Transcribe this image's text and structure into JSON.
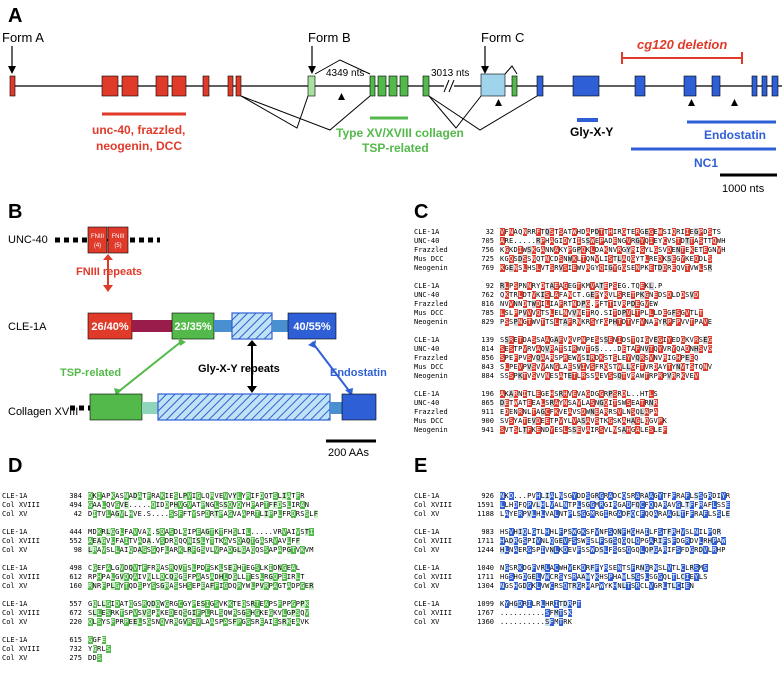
{
  "panels": {
    "a": "A",
    "b": "B",
    "c": "C",
    "d": "D",
    "e": "E"
  },
  "panel_a": {
    "form_a": "Form A",
    "form_b": "Form B",
    "form_c": "Form C",
    "deletion": "cg120 deletion",
    "intron1": "4349 nts",
    "intron2": "3013 nts",
    "unc40_line1": "unc-40, frazzled,",
    "unc40_line2": "neogenin, DCC",
    "collagen_line1": "Type XV/XVIII collagen",
    "collagen_line2": "TSP-related",
    "glyxy": "Gly-X-Y",
    "endostatin": "Endostatin",
    "nc1": "NC1",
    "scale": "1000 nts"
  },
  "panel_b": {
    "unc40": "UNC-40",
    "fn4": "FNIII (4)",
    "fn5": "FNIII (5)",
    "fn_repeats": "FNIII repeats",
    "cle1a": "CLE-1A",
    "pct1": "26/40%",
    "pct2": "23/35%",
    "pct3": "40/55%",
    "tsp": "TSP-related",
    "glyxy": "Gly-X-Y repeats",
    "endostatin": "Endostatin",
    "col18": "Collagen XVIII",
    "scale": "200 AAs"
  },
  "panel_c": [
    {
      "rows": [
        {
          "n": "CLE-1A",
          "s": "32",
          "r": "VFNAQNRRFTQSTSATWHDAPDTTHIRGTERGEGEWSIQRIIEGPDSTS"
        },
        {
          "n": "UNC-40",
          "s": "705",
          "r": "ARE.....RPHAGIDYIISSWEPADENGVRGYQIEYCVSTDTTASTTQWH"
        },
        {
          "n": "Frazzled",
          "s": "756",
          "r": "KGKDIWSKGANNAKYPGPQKLDAKNVRGYRIGYLGSVDENTEKETEGNVH"
        },
        {
          "n": "Mus DCC",
          "s": "725",
          "r": "KGQSDSSNQTNCDSNWKLTQNVLISTLAQGYTLREDKSEGYKEQDLS"
        },
        {
          "n": "Neogenin",
          "s": "769",
          "r": "KGENSLHSLVTSRVSIEWVRGYQIGYGGSENPKETDDREQVTVWLSR"
        }
      ]
    },
    {
      "rows": [
        {
          "n": "CLE-1A",
          "s": "92",
          "r": "RLPSPNNRYDTAEAGEGTKMVATEPSEG.TQEKL.P"
        },
        {
          "n": "UNC-40",
          "s": "762",
          "r": "QKTRLDTVKISLAFANCT.GEPYKVLSRETPKGNEDSDLDDSVD"
        },
        {
          "n": "Frazzled",
          "s": "816",
          "r": "NVVNNDTWDILIAFRTNDPG.PFTTIVRPDEGVEW"
        },
        {
          "n": "Mus DCC",
          "s": "785",
          "r": "LSLPPVVVQTSLELNVVNETRQ.SITDPVLTPLLLDEGFSGVTLT"
        },
        {
          "n": "Neogenin",
          "s": "829",
          "r": "PSSPNGTWVTTSLTAFRNKRSYFGPHTDTVFVNAPYRPFPVVTPAVE"
        }
      ]
    },
    {
      "rows": [
        {
          "n": "CLE-1A",
          "s": "139",
          "r": "SSRETDASSAAGAFVKVPNPESSSENIDSTQIGVEGIYEDGKVRSEG"
        },
        {
          "n": "UNC-40",
          "s": "814",
          "r": "SESTPVRVAQVRATSIRWVTGS....DETAFNVTQYVRYQADNHSVG"
        },
        {
          "n": "Frazzled",
          "s": "856",
          "r": "SPEFPVSVQAARSPREWVSIRDKSTSLEYVQRSVNVRIGHPEEQ"
        },
        {
          "n": "Mus DCC",
          "s": "843",
          "r": "SLPEVPVSVVANGLAESVIVSFRQSTWLLGFTVRDAYTYNVTSTQNV"
        },
        {
          "n": "Neogenin",
          "s": "884",
          "r": "SSSPKTVSVVNESATETLRSSAEVSSQTVRAWTRPRPVRRKVEV"
        }
      ]
    },
    {
      "rows": [
        {
          "n": "CLE-1A",
          "s": "196",
          "r": "AKARNITLEGEHSRHVEVAGDGGRPSRDL..HTLS"
        },
        {
          "n": "UNC-40",
          "s": "865",
          "r": "DETWATEEALSRAYNSAVLASNGQITSWSEATRNR"
        },
        {
          "n": "Frazzled",
          "s": "911",
          "r": "EDENRNLTAGCFKVEAVSDWNEARRSVLNSQLAPA"
        },
        {
          "n": "Mus DCC",
          "s": "900",
          "r": "SVSYATEVDEETPVYLVASAVSTKGSKAHAGLQGVPK"
        },
        {
          "n": "Neogenin",
          "s": "941",
          "r": "SVTSLTFKENDYESLSSEVAIRSVLNSAHGALESLEF"
        }
      ]
    }
  ],
  "panel_d": [
    {
      "rows": [
        {
          "n": "CLE-1A",
          "s": "384",
          "r": "DKIAPKASNADATFRAKIESLPVIGLQRVEVVYLYRIFDQTSLIATFR"
        },
        {
          "n": "Col XVIII",
          "s": "494",
          "r": "GAALQVGVE.....QIDDPHVGVATPNGLSSQVQYHPAPTFFDSLIRAN"
        },
        {
          "n": "Col XV",
          "s": "42",
          "r": "DITVLAGVLHVE.S....SSFFTYSPDRTPAGVAAPRTLIPPLFRDRSSLF"
        }
      ]
    },
    {
      "rows": [
        {
          "n": "CLE-1A",
          "s": "444",
          "r": "MDKRLGGLFAVVAN.SDASDLGIPEAGTKTFHSLIL.....VRVAIVSTI"
        },
        {
          "n": "Col XVIII",
          "s": "552",
          "r": "AEAGVLFAITVADA.VSDRQQQNISLYTTKAVSQAQTGASRVAVLFF"
        },
        {
          "n": "Col XV",
          "s": "98",
          "r": "LRAVSLLAIQDAGSGQFLARKLRFGSVLVPADGLGAQQSSAPAPGTVKVM"
        }
      ]
    },
    {
      "rows": [
        {
          "n": "CLE-1A",
          "s": "498",
          "r": "CGEFALGVDQVTFFRRASRQVTSLPDFSKLSERHTEGSLKIDNGEAL"
        },
        {
          "n": "Col XVIII",
          "s": "612",
          "r": "RPHPALGVDQAIVNLLDCQRGEFPAASADHLDGLLTESLRGQPEIRLT"
        },
        {
          "n": "Col XV",
          "s": "160",
          "r": "RNRFPLGYTQDSPYSSGRASSHSEPEAFFIGDQRYWLPVRPAGTADPGER"
        }
      ]
    },
    {
      "rows": [
        {
          "n": "CLE-1A",
          "s": "557",
          "r": "GQLLGIDATQGSRQDQWGRGCGYPESIGSVKKTEQSRTEAPSFPPGPPK"
        },
        {
          "n": "Col XVIII",
          "s": "672",
          "r": "SLLESRKTSPVSVSPHKEDEQSGIFPLRLSQWRSGSHGKEGKVLGPSQV"
        },
        {
          "n": "Col XV",
          "s": "220",
          "r": "QLSYSFPRPEELSGSNQVRRGVREVLAASPASFPGGSREAIESRKEAVK"
        }
      ]
    },
    {
      "rows": [
        {
          "n": "CLE-1A",
          "s": "615",
          "r": "GGFE"
        },
        {
          "n": "Col XVIII",
          "s": "732",
          "r": "YGRLS"
        },
        {
          "n": "Col XV",
          "s": "275",
          "r": "DDS"
        }
      ]
    }
  ],
  "panel_e": [
    {
      "rows": [
        {
          "n": "CLE-1A",
          "s": "926",
          "r": "NKD...PVHLIALNSGYDDSGRGRADCQSRARAAGYTFFRAFLSSGRDIYR"
        },
        {
          "n": "Col XVIII",
          "s": "1591",
          "r": "LLHDFQPVLHLVALNTPLSGGMRGIRGADFQCFQQARAVGLTFFRAFLSSE"
        },
        {
          "n": "Col XV",
          "s": "1188",
          "r": "LAYERPVLHLVALNTPLSGGMRGIRGADFQCFQQARAAGLTFFRAFLSSLE"
        }
      ]
    },
    {
      "rows": [
        {
          "n": "CLE-1A",
          "s": "983",
          "r": "HSVHIQLGTLHHLFPSWGKSFVNFSQNFHGHAILFSTFRHVSLNILPQR"
        },
        {
          "n": "Col XVIII",
          "s": "1711",
          "r": "HADRGSPIVNLQGEVFSSWESLFSGSQGQLQPGARIFSFDGRDVLRHPAW"
        },
        {
          "n": "Col XV",
          "s": "1244",
          "r": "HLNAERGSPIVNLKDEVFSSWDSLFSGSQGQLQPGARIFSFDGRDVLRHP"
        }
      ]
    },
    {
      "rows": [
        {
          "n": "CLE-1A",
          "s": "1040",
          "r": "NGSRKDGFVRLACWHVEKDRFFYRSENTSFRNGRNSLVTLCLRSMS"
        },
        {
          "n": "Col XVIII",
          "s": "1711",
          "r": "HGSHGDGELVWCRSYSRAAWYKHSPHAWLSGSLSGGQLTLCIEYLS"
        },
        {
          "n": "Col XV",
          "s": "1304",
          "r": "NGSHGDGKLVWCRSQTRGRHAPWYKHNLTSRCLVGRLTLCIEN"
        }
      ]
    },
    {
      "rows": [
        {
          "n": "CLE-1A",
          "s": "1099",
          "r": "KYHGDRILRLHRITDRPT"
        },
        {
          "n": "Col XVIII",
          "s": "1767",
          "r": "..........SFMTSK"
        },
        {
          "n": "Col XV",
          "s": "1360",
          "r": "..........SFMTRK"
        }
      ]
    }
  ],
  "colors": {
    "red": "#e03a2a",
    "green": "#53b94a",
    "blue": "#2f5fd6",
    "light_green": "#a8e0a0",
    "light_blue": "#9fd4ec"
  }
}
